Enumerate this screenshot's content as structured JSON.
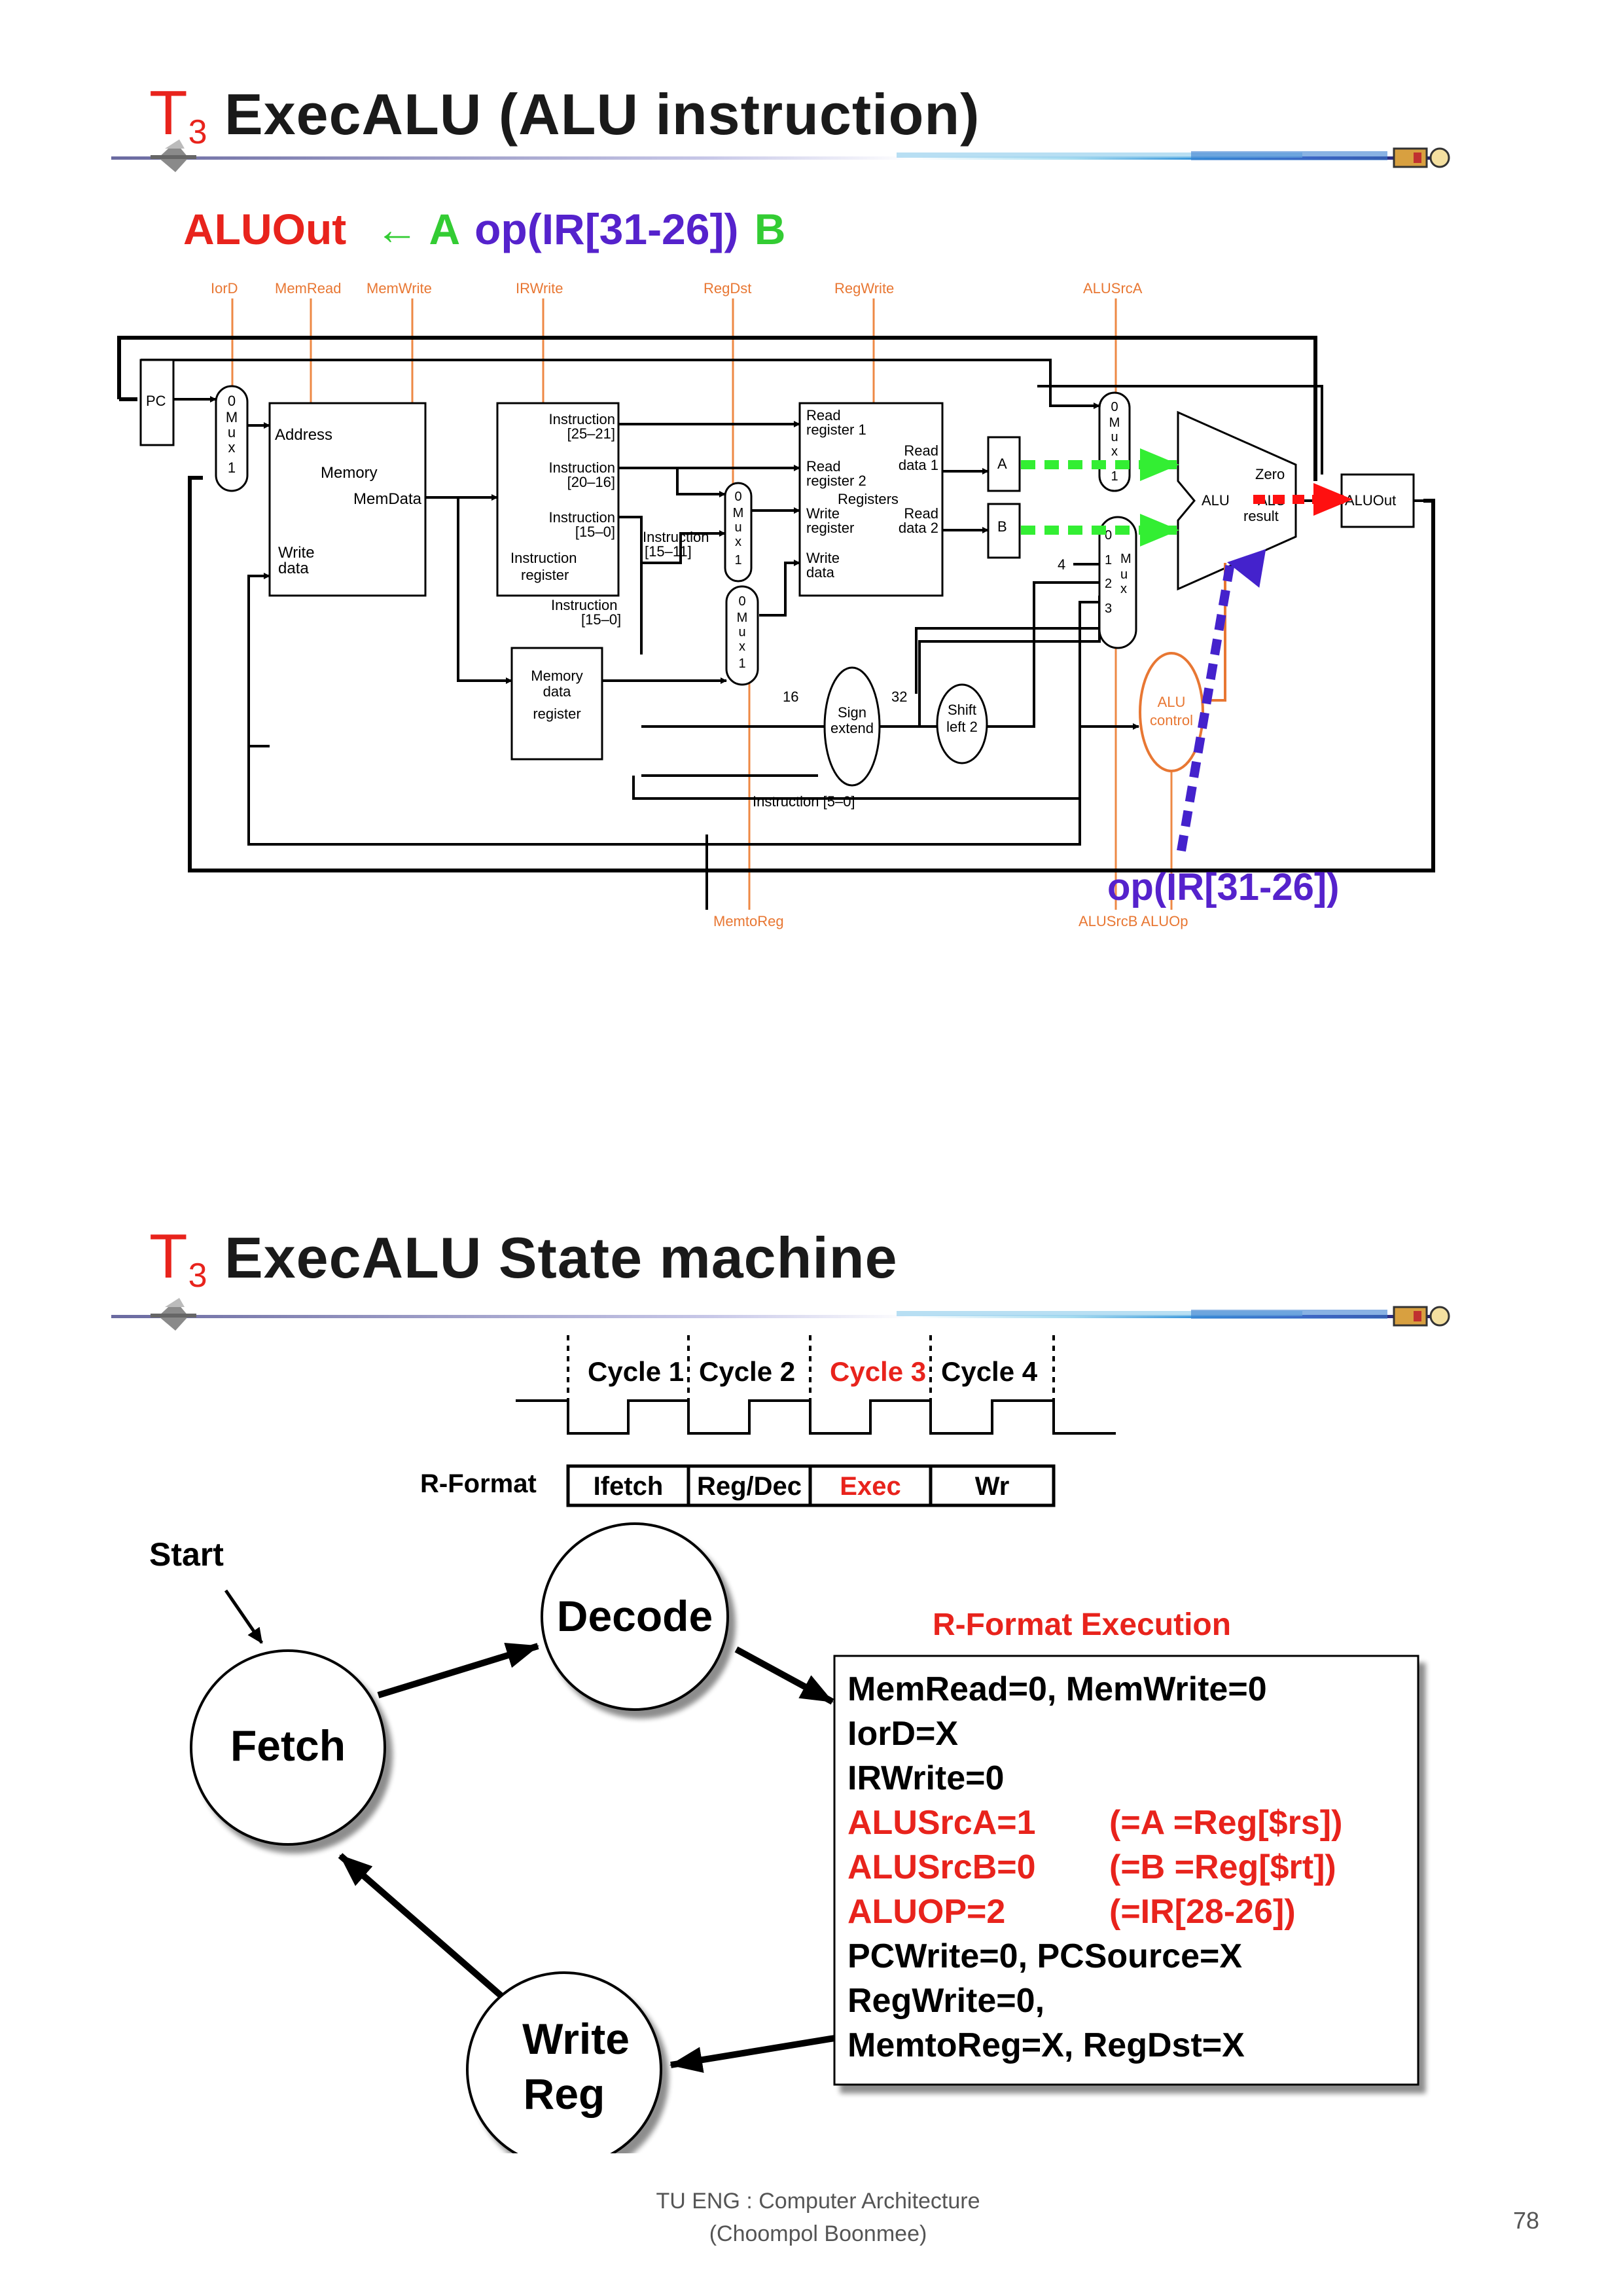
{
  "slide1": {
    "title_prefix": "T",
    "title_sub": "3",
    "title_text": "ExecALU (ALU instruction)",
    "equation": {
      "lhs": "ALUOut",
      "arrow": "←",
      "a": "A",
      "op": "op(IR[31-26])",
      "b": "B"
    },
    "control_signals_top": [
      "IorD",
      "MemRead",
      "MemWrite",
      "IRWrite",
      "RegDst",
      "RegWrite",
      "ALUSrcA"
    ],
    "control_signals_bottom": [
      "MemtoReg",
      "ALUSrcB ALUOp"
    ],
    "blocks": {
      "pc": "PC",
      "mux": [
        "0",
        "M",
        "u",
        "x",
        "1"
      ],
      "memory": [
        "Address",
        "Memory",
        "MemData",
        "Write",
        "data"
      ],
      "ir": [
        "Instruction",
        "[25–21]",
        "Instruction",
        "[20–16]",
        "Instruction",
        "[15–0]",
        "Instruction",
        "register"
      ],
      "instr_15_11": [
        "Instruction",
        "[15–11]"
      ],
      "instr_15_0": [
        "Instruction",
        "[15–0]"
      ],
      "registers": [
        "Read",
        "register 1",
        "Read",
        "register 2",
        "Registers",
        "Write",
        "register",
        "Write",
        "data",
        "Read",
        "data 1",
        "Read",
        "data 2"
      ],
      "mdr": [
        "Memory",
        "data",
        "register"
      ],
      "sign_extend": [
        "Sign",
        "extend"
      ],
      "shift_left": [
        "Shift",
        "left 2"
      ],
      "alu": [
        "ALU",
        "Zero",
        "ALU",
        "result"
      ],
      "alu_control": [
        "ALU",
        "control"
      ],
      "aluout": "ALUOut",
      "a_reg": "A",
      "b_reg": "B",
      "mux4": [
        "0",
        "1",
        "2",
        "3",
        "M",
        "u",
        "x"
      ],
      "const4": "4",
      "bits16": "16",
      "bits32": "32",
      "instr_5_0": "Instruction [5–0]"
    },
    "op_label": "op(IR[31-26])"
  },
  "slide2": {
    "title_prefix": "T",
    "title_sub": "3",
    "title_text": "ExecALU State machine",
    "cycles": [
      "Cycle 1",
      "Cycle 2",
      "Cycle 3",
      "Cycle 4"
    ],
    "r_format_label": "R-Format",
    "stages": [
      "Ifetch",
      "Reg/Dec",
      "Exec",
      "Wr"
    ],
    "start": "Start",
    "states": {
      "fetch": "Fetch",
      "decode": "Decode",
      "write_reg_1": "Write",
      "write_reg_2": "Reg"
    },
    "exec_title": "R-Format Execution",
    "exec_lines": [
      {
        "text": "MemRead=0, MemWrite=0",
        "note": ""
      },
      {
        "text": "IorD=X",
        "note": ""
      },
      {
        "text": "IRWrite=0",
        "note": ""
      },
      {
        "text": "ALUSrcA=1",
        "note": "(=A =Reg[$rs])"
      },
      {
        "text": "ALUSrcB=0",
        "note": "(=B =Reg[$rt])"
      },
      {
        "text": "ALUOP=2",
        "note": "(=IR[28-26])"
      },
      {
        "text": "PCWrite=0, PCSource=X",
        "note": ""
      },
      {
        "text": "RegWrite=0,",
        "note": ""
      },
      {
        "text": "MemtoReg=X, RegDst=X",
        "note": ""
      }
    ]
  },
  "footer": {
    "line1": "TU ENG : Computer Architecture",
    "line2": "(Choompol Boonmee)",
    "page": "78"
  },
  "colors": {
    "red": "#e8231c",
    "green": "#33cc33",
    "purple": "#5522cc",
    "orange": "#ee7733"
  }
}
